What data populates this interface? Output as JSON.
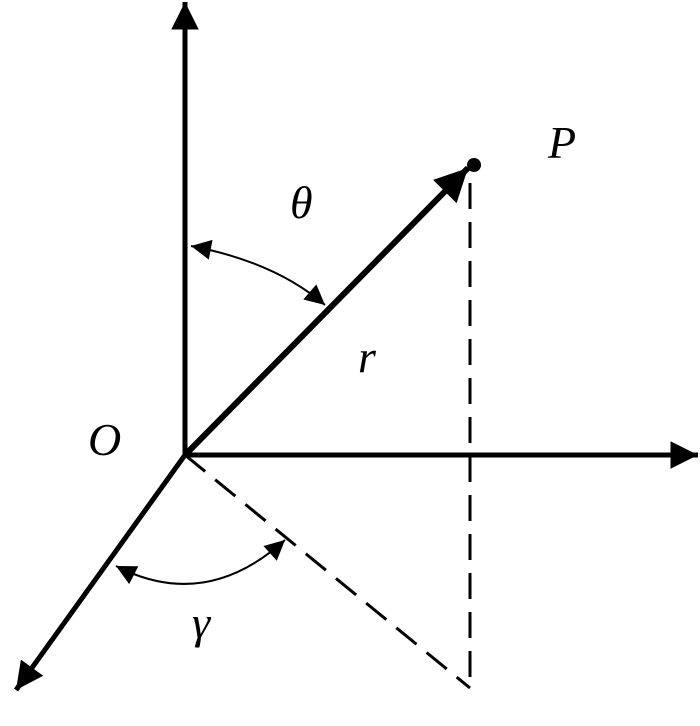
{
  "labels": {
    "origin": "O",
    "point": "P",
    "radius": "r",
    "polar_angle": "θ",
    "azimuth_angle": "γ"
  },
  "colors": {
    "stroke": "#000000",
    "background": "#ffffff"
  }
}
